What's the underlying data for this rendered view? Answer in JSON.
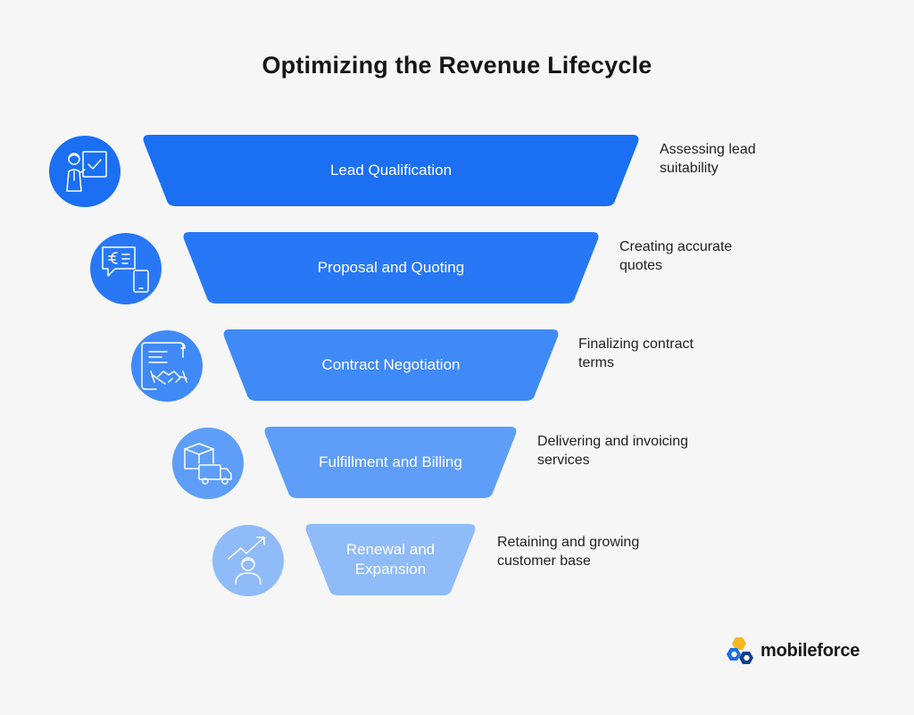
{
  "title": "Optimizing the Revenue Lifecycle",
  "stages": [
    {
      "label": "Lead Qualification",
      "description": "Assessing lead suitability",
      "icon": "presentation-approval-icon",
      "color": "#1a6ff3"
    },
    {
      "label": "Proposal and Quoting",
      "description": "Creating accurate quotes",
      "icon": "euro-quote-phone-icon",
      "color": "#2878f5"
    },
    {
      "label": "Contract Negotiation",
      "description": "Finalizing contract terms",
      "icon": "contract-handshake-icon",
      "color": "#3f8af7"
    },
    {
      "label": "Fulfillment and Billing",
      "description": "Delivering and invoicing services",
      "icon": "package-truck-icon",
      "color": "#5e9ef8"
    },
    {
      "label": "Renewal and Expansion",
      "description": "Retaining and growing customer base",
      "icon": "growth-customer-icon",
      "color": "#8fbbf9"
    }
  ],
  "brand": {
    "name": "mobileforce"
  }
}
